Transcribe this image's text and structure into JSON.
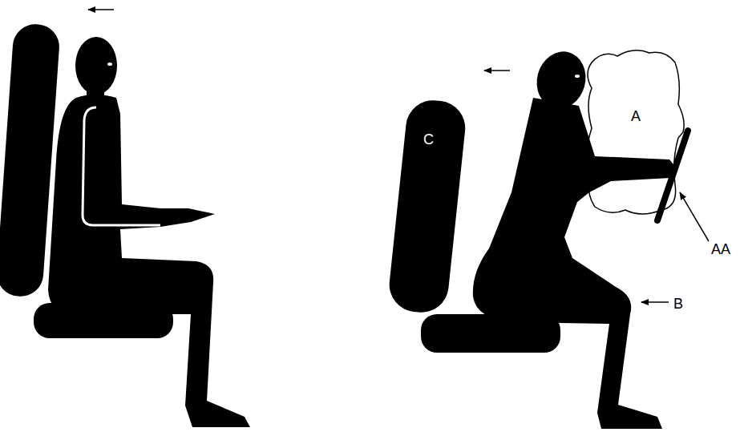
{
  "diagram": {
    "labels": [
      "A",
      "AA",
      "B",
      "C"
    ]
  }
}
